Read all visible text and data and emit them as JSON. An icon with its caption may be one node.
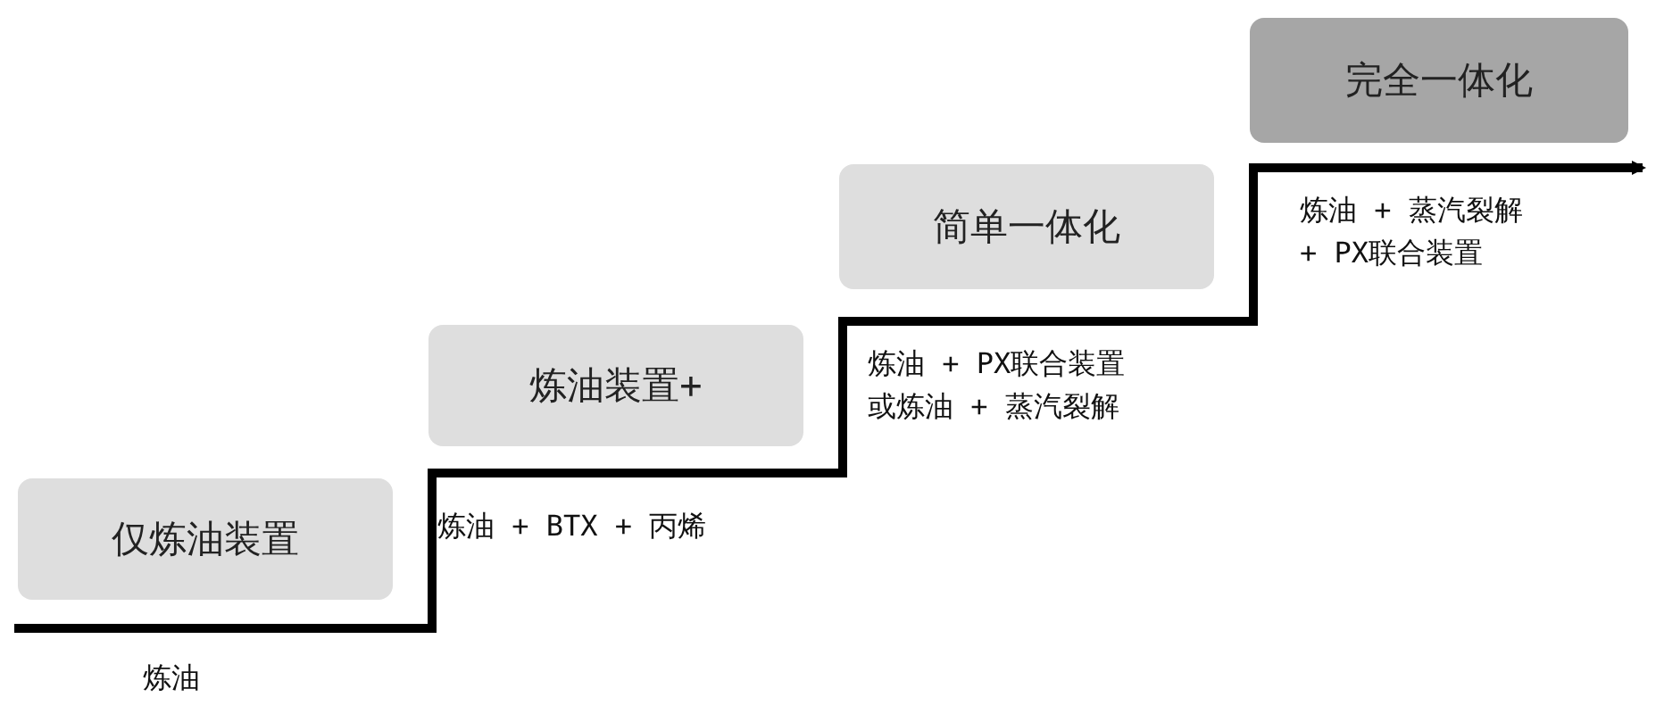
{
  "diagram": {
    "nodes": [
      {
        "text": [
          "仅炼油装置"
        ],
        "beside": [
          "炼油"
        ]
      },
      {
        "text": [
          "炼油装置+"
        ],
        "beside": [
          "炼油 + BTX + 丙烯"
        ]
      },
      {
        "text": [
          "简单一体化"
        ],
        "beside": [
          "炼油 + PX联合装置或炼油 + 蒸汽裂解"
        ]
      },
      {
        "text": [
          "完全一体化"
        ],
        "beside": [
          "炼油 + 蒸汽裂解 + PX联合装置"
        ]
      }
    ]
  }
}
